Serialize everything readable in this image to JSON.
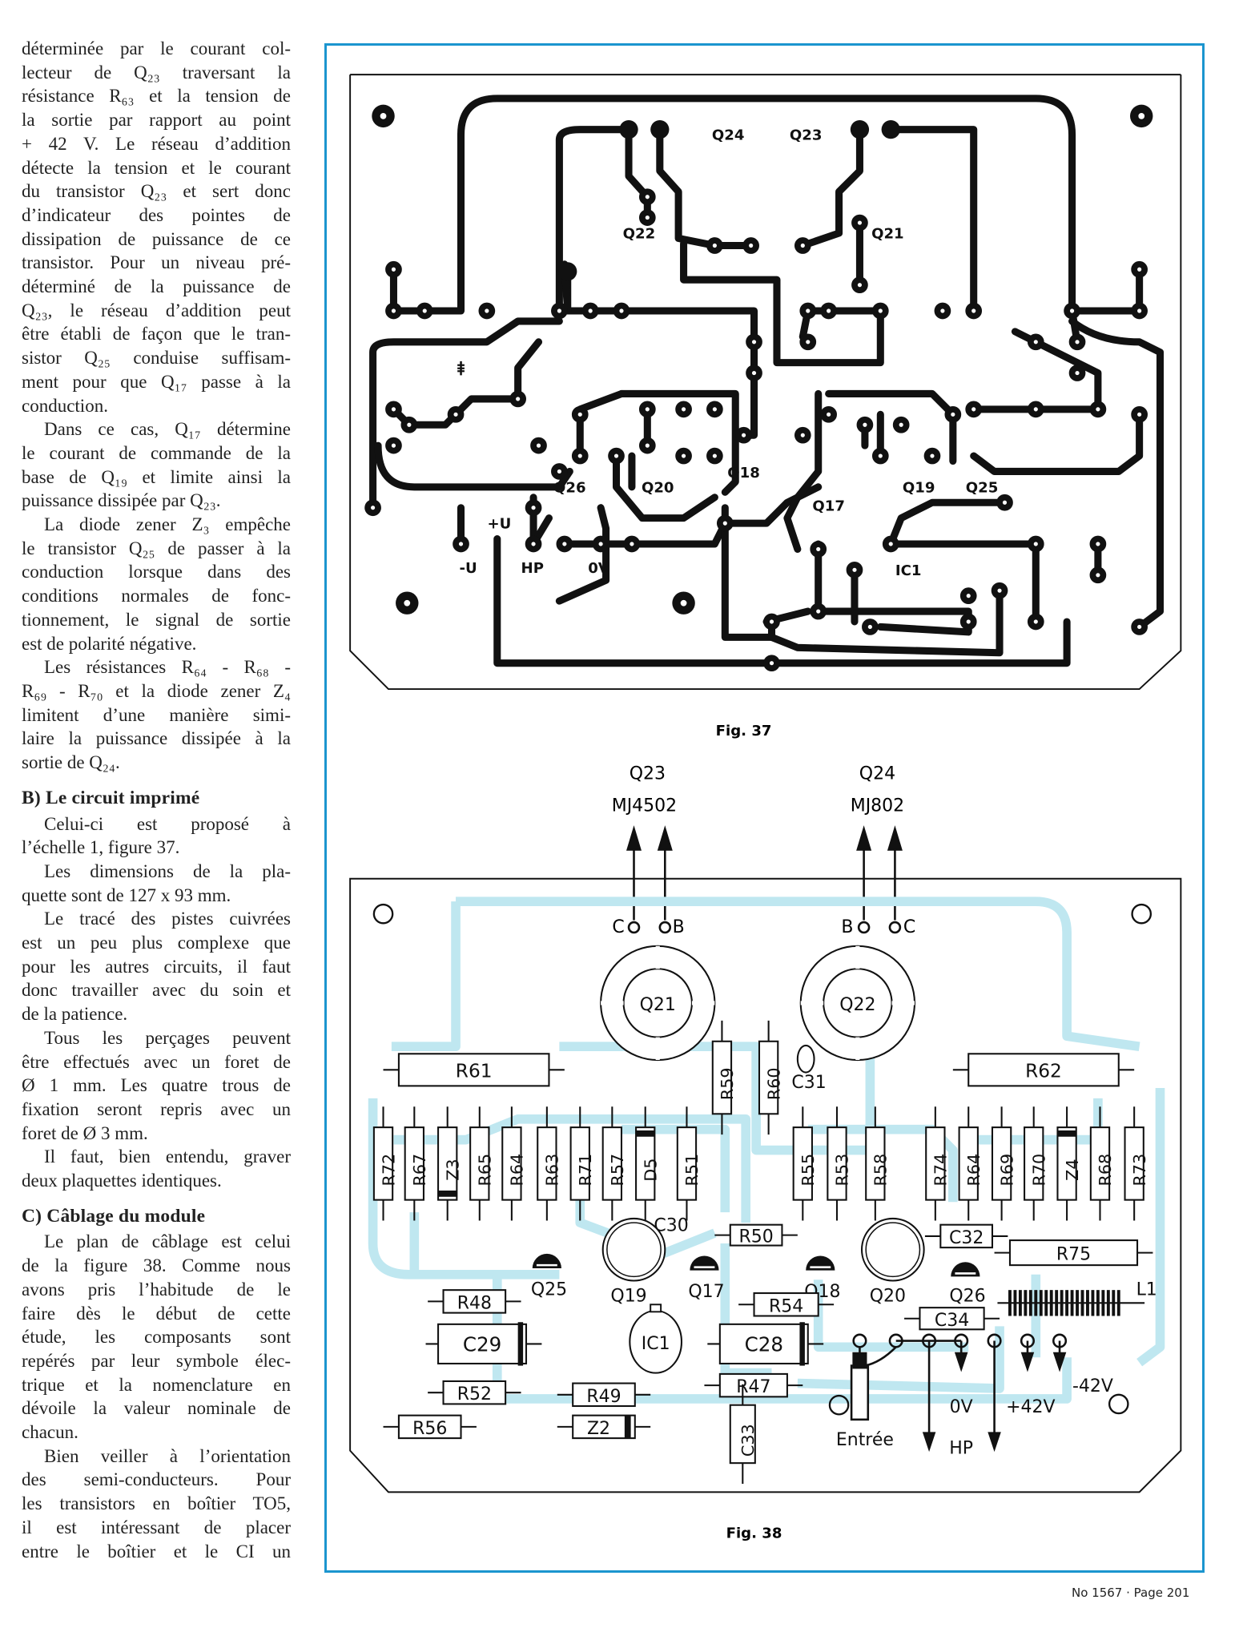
{
  "article": {
    "paragraphs": [
      {
        "indent": false,
        "lines": [
          "déterminée par le courant col-",
          "lecteur de Q₂₃ traversant la",
          "résistance R₆₃ et la tension de",
          "la sortie par rapport au point",
          "+ 42 V. Le réseau d’addition",
          "détecte la tension et le courant",
          "du transistor Q₂₃ et sert donc",
          "d’indicateur des pointes de",
          "dissipation de puissance de ce",
          "transistor. Pour un niveau pré-",
          "déterminé de la puissance de",
          "Q₂₃, le réseau d’addition peut",
          "être établi de façon que le tran-",
          "sistor Q₂₅ conduise suffisam-",
          "ment pour que Q₁₇ passe à la",
          "conduction."
        ]
      },
      {
        "indent": true,
        "lines": [
          "Dans ce cas, Q₁₇ détermine",
          "le courant de commande de la",
          "base de Q₁₉ et limite ainsi la",
          "puissance dissipée par Q₂₃."
        ]
      },
      {
        "indent": true,
        "lines": [
          "La diode zener Z₃ empêche",
          "le transistor Q₂₅ de passer à la",
          "conduction lorsque dans des",
          "conditions normales de fonc-",
          "tionnement, le signal de sortie",
          "est de polarité négative."
        ]
      },
      {
        "indent": true,
        "lines": [
          "Les résistances R₆₄ - R₆₈ -",
          "R₆₉ - R₇₀ et la diode zener Z₄",
          "limitent d’une manière simi-",
          "laire la puissance dissipée à la",
          "sortie de Q₂₄."
        ]
      },
      {
        "heading": "B) Le circuit imprimé"
      },
      {
        "indent": true,
        "lines": [
          "Celui-ci est proposé à",
          "l’échelle 1, figure 37."
        ]
      },
      {
        "indent": true,
        "lines": [
          "Les dimensions de la pla-",
          "quette sont de 127 x 93 mm."
        ]
      },
      {
        "indent": true,
        "lines": [
          "Le tracé des pistes cuivrées",
          "est un peu plus complexe que",
          "pour les autres circuits, il faut",
          "donc travailler avec du soin et",
          "de la patience."
        ]
      },
      {
        "indent": true,
        "lines": [
          "Tous les perçages peuvent",
          "être effectués avec un foret de",
          "Ø 1 mm. Les quatre trous de",
          "fixation seront repris avec un",
          "foret de Ø 3 mm."
        ]
      },
      {
        "indent": true,
        "lines": [
          "Il faut, bien entendu, graver",
          "deux plaquettes identiques."
        ]
      },
      {
        "heading": "C) Câblage du module"
      },
      {
        "indent": true,
        "lines": [
          "Le plan de câblage est celui",
          "de la figure 38. Comme nous",
          "avons pris l’habitude de le",
          "faire dès le début de cette",
          "étude, les composants sont",
          "repérés par leur symbole élec-",
          "trique et la nomenclature en",
          "dévoile la valeur nominale de",
          "chacun."
        ]
      },
      {
        "indent": true,
        "continues": true,
        "lines": [
          "Bien veiller à l’orientation",
          "des semi-conducteurs. Pour",
          "les transistors en boîtier TO5,",
          "il est intéressant de placer",
          "entre le boîtier et le CI un"
        ]
      }
    ]
  },
  "fig37": {
    "caption": "Fig. 37",
    "labels": [
      "Q24",
      "Q23",
      "Q22",
      "Q21",
      "Q26",
      "Q20",
      "Q18",
      "Q17",
      "Q19",
      "Q25",
      "IC1",
      "-U",
      "+U",
      "HP",
      "0V"
    ]
  },
  "fig38": {
    "caption": "Fig. 38",
    "transistor_top_left": {
      "name": "Q23",
      "type": "MJ4502"
    },
    "transistor_top_right": {
      "name": "Q24",
      "type": "MJ802"
    },
    "pins": [
      "C",
      "B",
      "B",
      "C"
    ],
    "components": [
      "Q21",
      "Q22",
      "R61",
      "R62",
      "R59",
      "R60",
      "C31",
      "R72",
      "R67",
      "Z3",
      "R65",
      "R64",
      "R63",
      "R71",
      "R57",
      "D5",
      "R51",
      "R55",
      "R53",
      "R58",
      "R74",
      "R64",
      "R69",
      "R70",
      "Z4",
      "R68",
      "R73",
      "C30",
      "R50",
      "C32",
      "R75",
      "L1",
      "Q25",
      "Q19",
      "Q17",
      "Q18",
      "Q20",
      "Q26",
      "R48",
      "R54",
      "C34",
      "C29",
      "IC1",
      "C28",
      "R52",
      "R49",
      "R47",
      "R56",
      "Z2",
      "C33"
    ],
    "connections": [
      "Entrée",
      "0V",
      "HP",
      "+42V",
      "-42V"
    ]
  },
  "colors": {
    "frame": "#1b95cf",
    "ghost_traces": "#bfe7f0",
    "ink": "#111111"
  },
  "footer": "No 1567 · Page 201"
}
